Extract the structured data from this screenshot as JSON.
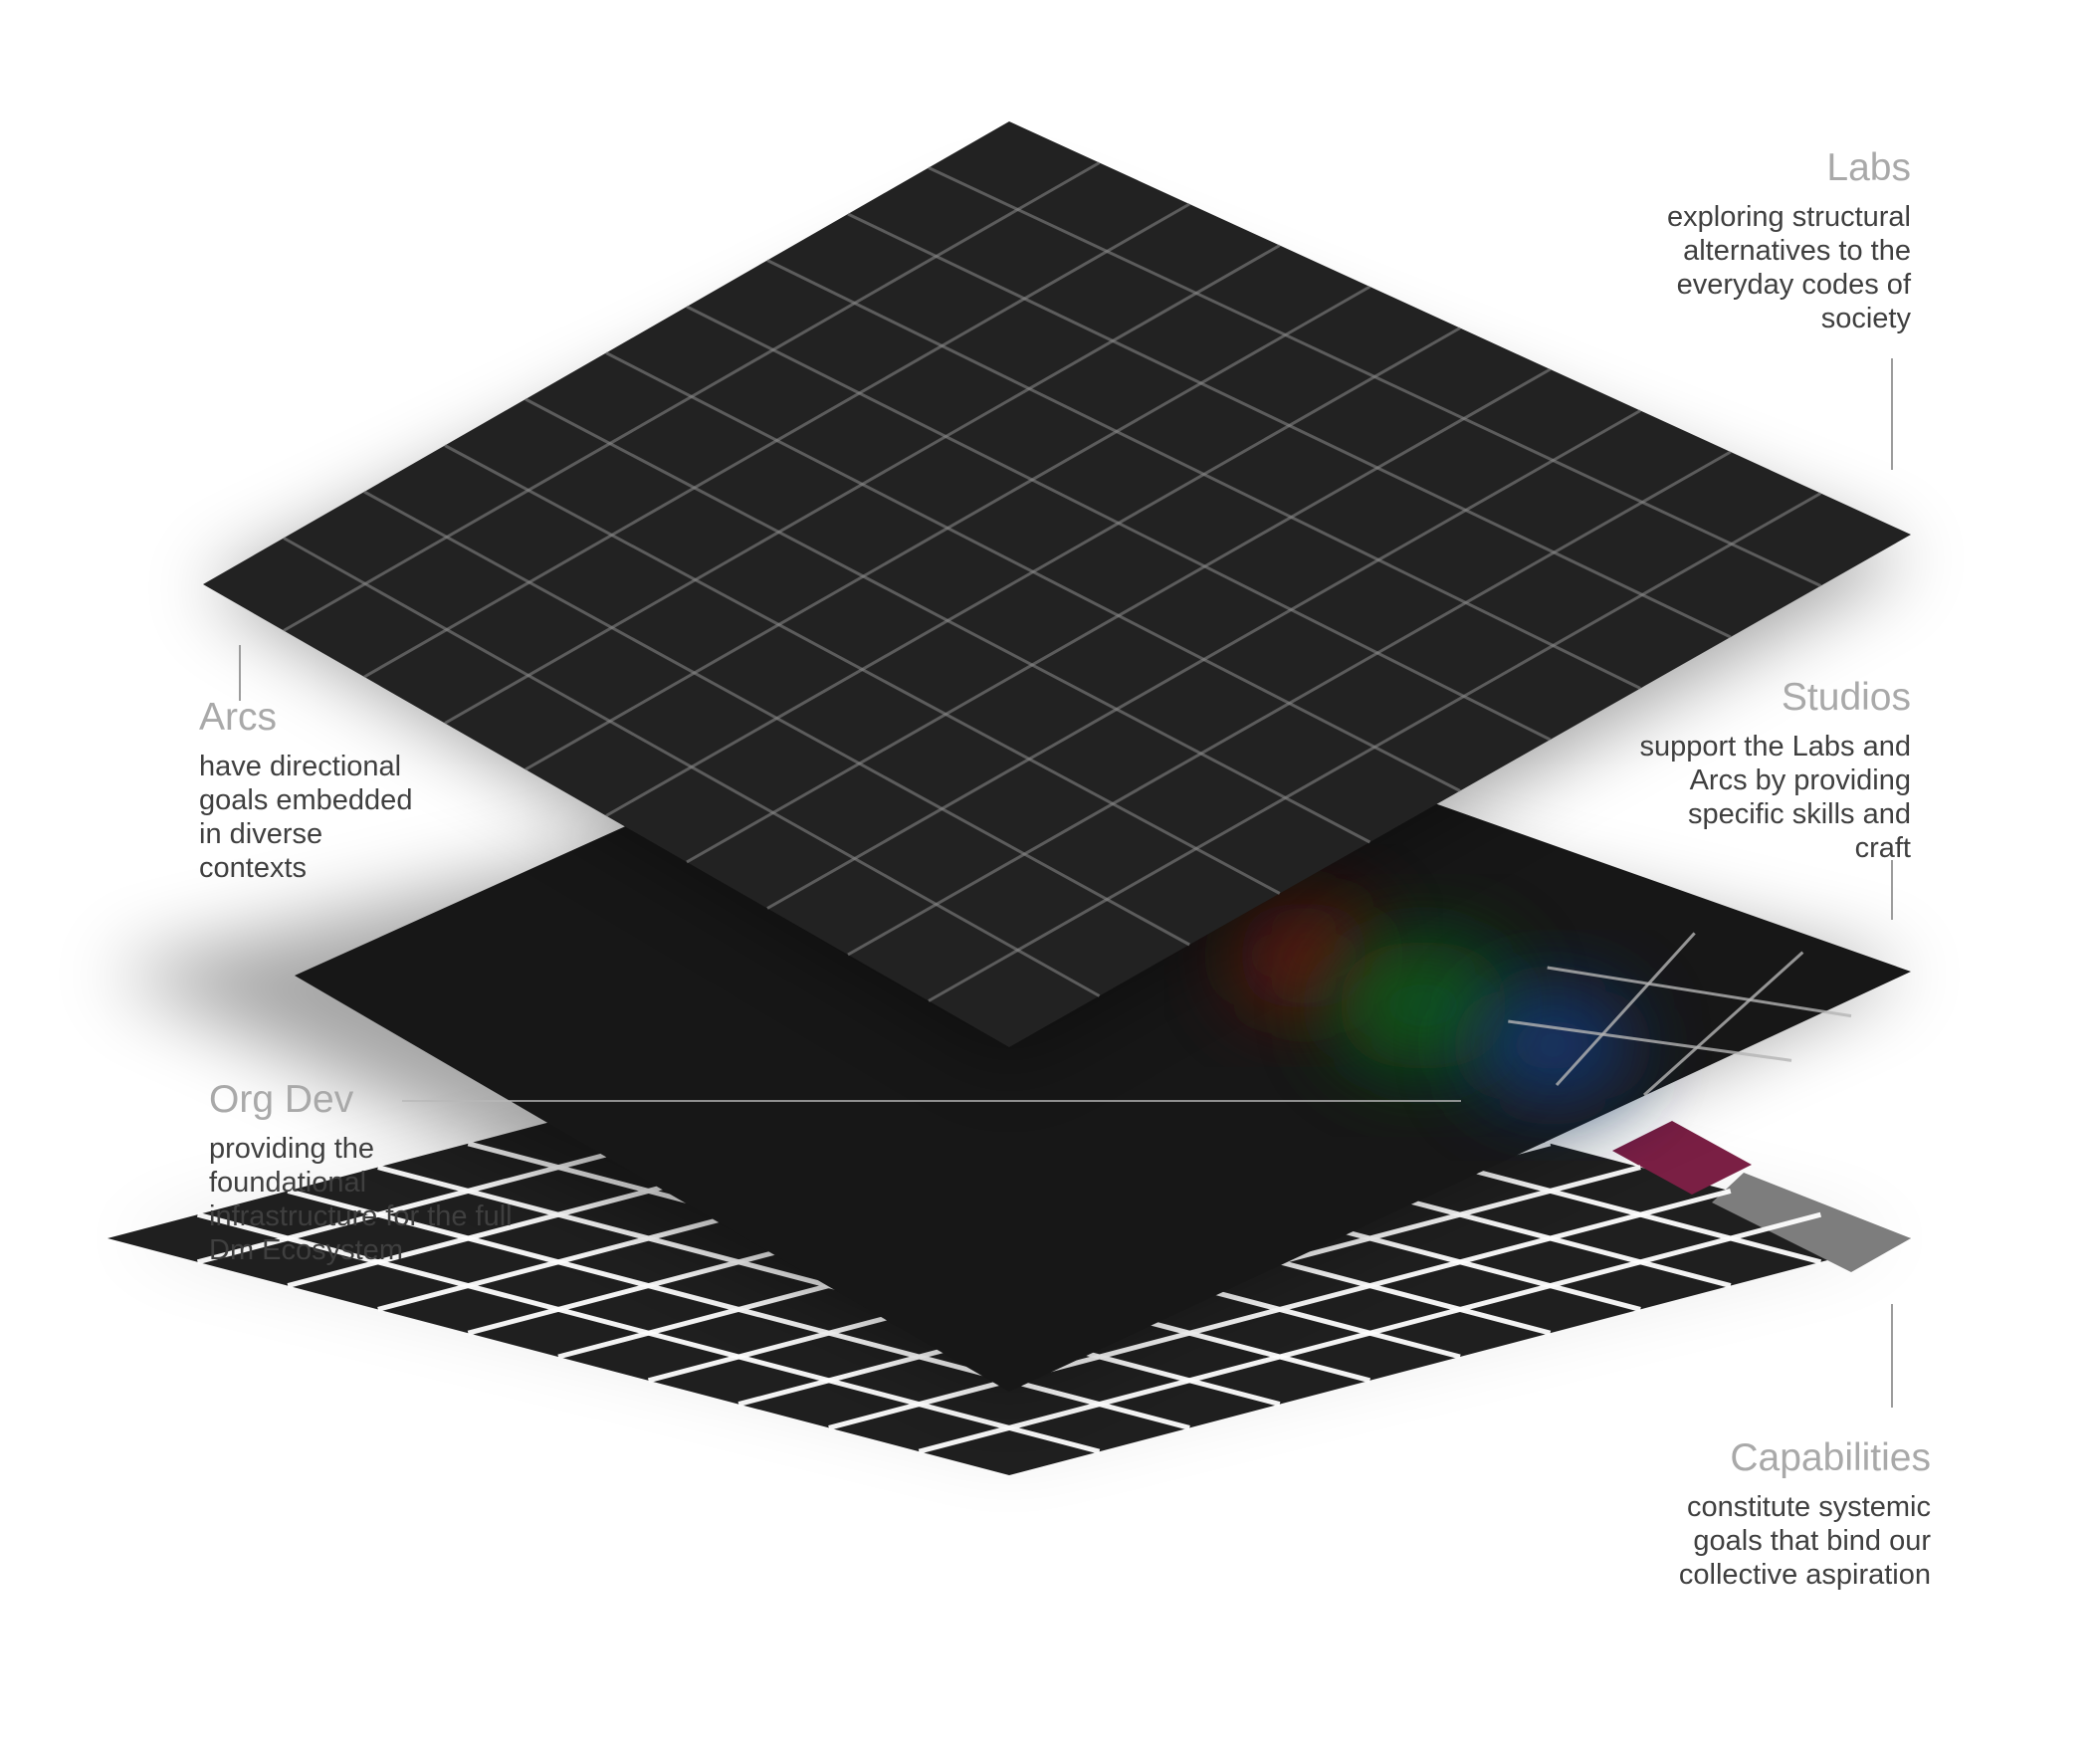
{
  "layers": [
    {
      "id": "labs",
      "title": "Labs",
      "description": [
        "exploring structural",
        "alternatives to the",
        "everyday codes of",
        "society"
      ]
    },
    {
      "id": "arcs",
      "title": "Arcs",
      "description": [
        "have directional",
        "goals embedded",
        "in diverse",
        "contexts"
      ]
    },
    {
      "id": "studios",
      "title": "Studios",
      "description": [
        "support the Labs and",
        "Arcs by providing",
        "specific skills and",
        "craft"
      ]
    },
    {
      "id": "org_dev",
      "title": "Org Dev",
      "description": [
        "providing the",
        "foundational",
        "infrastructure for the full",
        "Dm Ecosystem"
      ]
    },
    {
      "id": "capabilities",
      "title": "Capabilities",
      "description": [
        "constitute systemic",
        "goals that bind our",
        "collective aspiration"
      ]
    }
  ],
  "colors": {
    "tile": "#1f1f1f",
    "tile_top": "#222222",
    "grid_line": "#ffffff",
    "accent_magenta": "#7a1f44",
    "accent_grey": "#7d7d7d",
    "label_title": "#a9a9a9",
    "label_text": "#3f3f3f"
  }
}
